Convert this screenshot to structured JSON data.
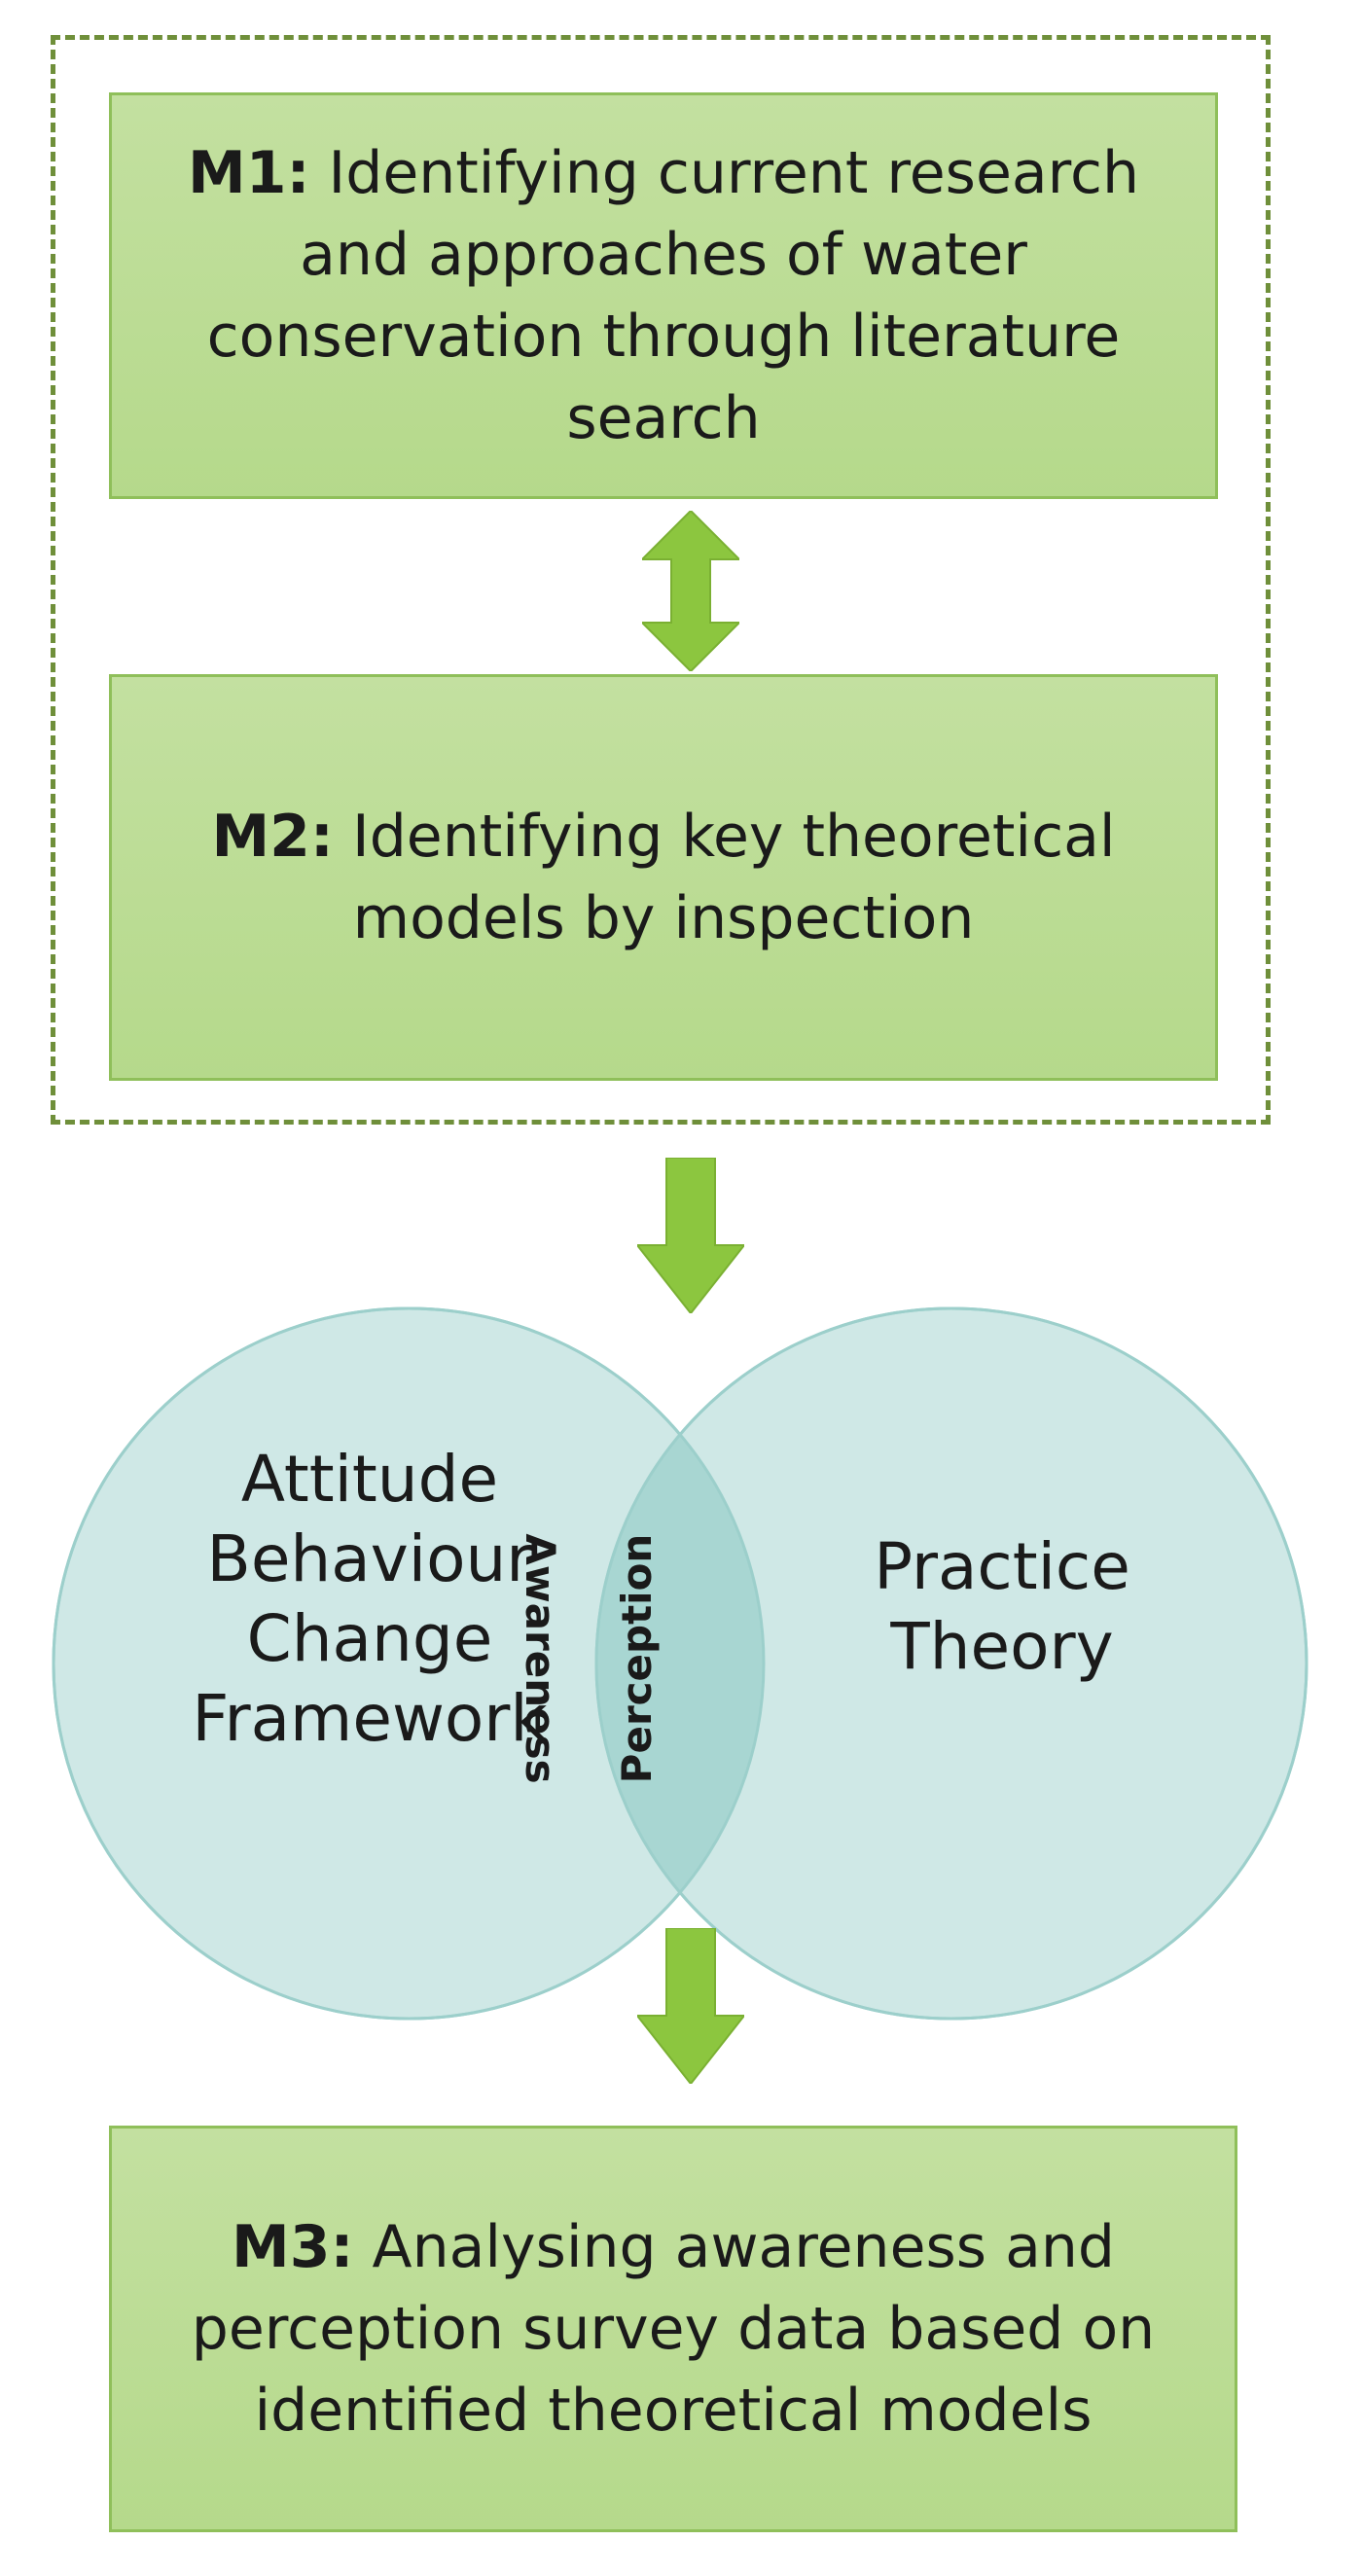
{
  "colors": {
    "box_fill": "#b5d98b",
    "box_border": "#8fbf5a",
    "arrow": "#8cc63f",
    "frame_dash": "#6f8f3a",
    "circle_fill": "#cfe8e6",
    "circle_border": "#9ccfcb",
    "overlap_fill": "#a8d6d2"
  },
  "m1": {
    "id": "M1:",
    "text": "Identifying current research and approaches of water conservation through literature search"
  },
  "m2": {
    "id": "M2:",
    "text": "Identifying key theoretical models by inspection"
  },
  "venn": {
    "left": "Attitude Behaviour Change Framework",
    "right": "Practice Theory",
    "overlap_a": "Awareness",
    "overlap_b": "Perception"
  },
  "m3": {
    "id": "M3:",
    "text": "Analysing awareness and perception survey data based on identified theoretical models"
  }
}
